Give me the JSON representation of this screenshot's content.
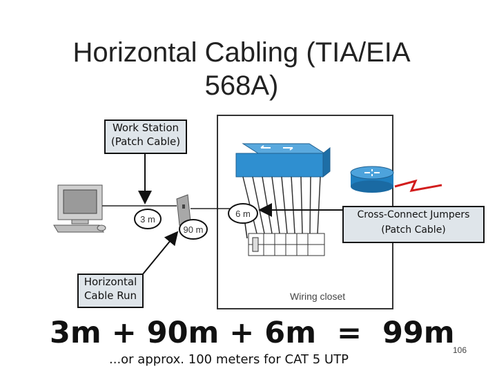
{
  "slide": {
    "title": "Horizontal Cabling (TIA/EIA 568A)",
    "equation": "3m + 90m + 6m  =  99m",
    "slide_number": "106",
    "note": "...or approx. 100 meters for CAT 5 UTP"
  },
  "callouts": {
    "work_station": "Work Station\n(Patch Cable)",
    "cross_connect": "Cross-Connect Jumpers\n(Patch Cable)",
    "horizontal_run": "Horizontal\nCable Run"
  },
  "diagram": {
    "labels": {
      "patch_3m": "3 m",
      "run_90m": "90 m",
      "jumper_6m": "6 m",
      "wiring_closet": "Wiring closet"
    }
  },
  "colors": {
    "switch_blue": "#2f8fd0",
    "router_blue": "#1f7fc0",
    "wan_red": "#d21d1d",
    "callout_bg": "#dfe5ea"
  }
}
